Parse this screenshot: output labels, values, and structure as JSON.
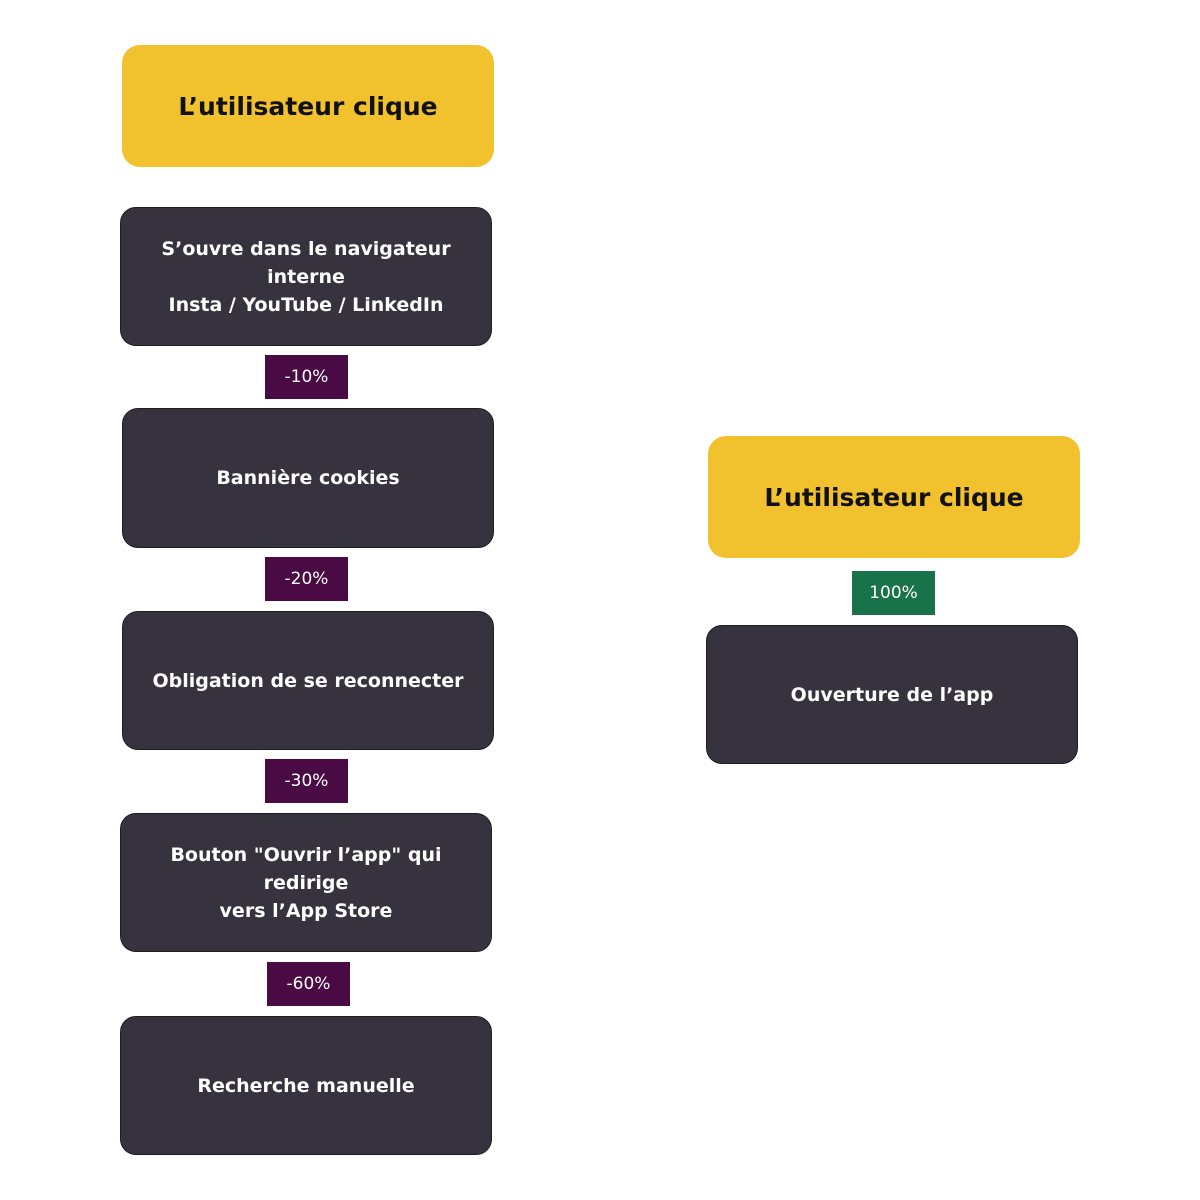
{
  "left_flow": {
    "start": "L’utilisateur clique",
    "steps": [
      {
        "lines": [
          "S’ouvre dans le navigateur interne",
          "Insta / YouTube / LinkedIn"
        ]
      },
      {
        "lines": [
          "Bannière cookies"
        ]
      },
      {
        "lines": [
          "Obligation de se reconnecter"
        ]
      },
      {
        "lines": [
          "Bouton \"Ouvrir l’app\" qui redirige",
          "vers l’App Store"
        ]
      },
      {
        "lines": [
          "Recherche manuelle"
        ]
      }
    ],
    "badges": [
      "-10%",
      "-20%",
      "-30%",
      "-60%"
    ]
  },
  "right_flow": {
    "start": "L’utilisateur clique",
    "badge": "100%",
    "step": "Ouverture de l’app"
  },
  "colors": {
    "start_fill": "#f2c12e",
    "step_fill": "#36333e",
    "loss_badge": "#4a0a43",
    "success_badge": "#18734a"
  }
}
